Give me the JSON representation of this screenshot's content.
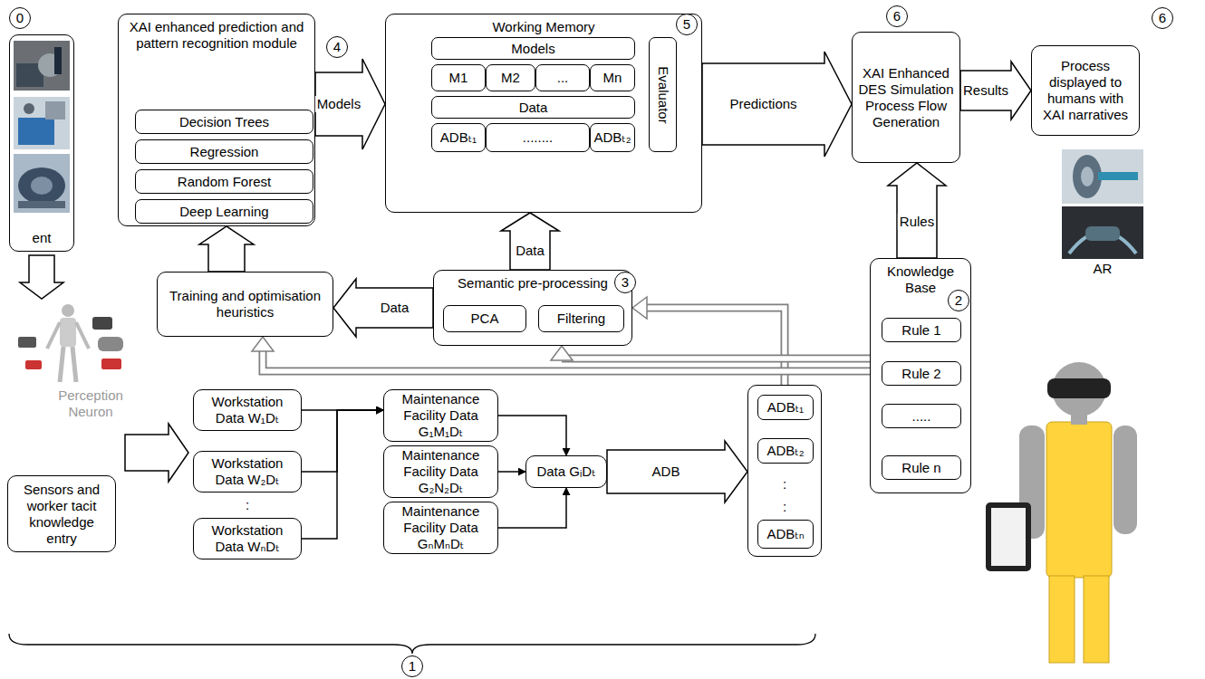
{
  "diagram": {
    "nodes": [
      {
        "text": [
          "ent"
        ]
      },
      {
        "text": [
          "XAI enhanced prediction and pattern recognition module"
        ]
      },
      {
        "text": [
          "Decision Trees"
        ],
        "in": 1
      },
      {
        "text": [
          "Regression"
        ],
        "in": 1
      },
      {
        "text": [
          "Random Forest"
        ],
        "in": 1
      },
      {
        "text": [
          "Deep Learning"
        ],
        "in": 1
      },
      {
        "text": [
          "Working Memory"
        ]
      },
      {
        "text": [
          "Models"
        ],
        "in": 6
      },
      {
        "text": [
          "M1"
        ],
        "in": 6
      },
      {
        "text": [
          "M2"
        ],
        "in": 6
      },
      {
        "text": [
          "..."
        ],
        "in": 6
      },
      {
        "text": [
          "Mn"
        ],
        "in": 6
      },
      {
        "text": [
          "Data"
        ],
        "in": 6
      },
      {
        "text": [
          "ADBₜ₁"
        ],
        "in": 6
      },
      {
        "text": [
          "........"
        ],
        "in": 6
      },
      {
        "text": [
          "ADBₜ₂"
        ],
        "in": 6
      },
      {
        "text": [
          "Evaluator"
        ],
        "in": 6
      },
      {
        "text": [
          "XAI Enhanced DES Simulation Process Flow Generation"
        ]
      },
      {
        "text": [
          "Process displayed to humans with XAI narratives"
        ]
      },
      {
        "text": [
          "Training and optimisation heuristics"
        ]
      },
      {
        "text": [
          "Semantic pre-processing"
        ]
      },
      {
        "text": [
          "PCA"
        ],
        "in": 20
      },
      {
        "text": [
          "Filtering"
        ],
        "in": 20
      },
      {
        "text": [
          "Knowledge Base"
        ]
      },
      {
        "text": [
          "Rule 1"
        ],
        "in": 23
      },
      {
        "text": [
          "Rule 2"
        ],
        "in": 23
      },
      {
        "text": [
          "....."
        ],
        "in": 23
      },
      {
        "text": [
          "Rule n"
        ],
        "in": 23
      },
      {
        "text": [
          "Sensors and worker tacit knowledge entry"
        ]
      },
      {
        "text": [
          "Workstation Data W₁Dₜ"
        ]
      },
      {
        "text": [
          "Workstation Data W₂Dₜ"
        ]
      },
      {
        "text": [
          "Workstation Data WₙDₜ"
        ]
      },
      {
        "text": [
          "Maintenance Facility Data G₁M₁Dₜ"
        ]
      },
      {
        "text": [
          "Maintenance Facility Data G₂N₂Dₜ"
        ]
      },
      {
        "text": [
          "Maintenance Facility Data GₙMₙDₜ"
        ]
      },
      {
        "text": [
          "Data GᵢDₜ"
        ]
      },
      {
        "text": [
          ":",
          ":"
        ]
      },
      {
        "text": [
          "ADBₜ₁"
        ],
        "in": 36
      },
      {
        "text": [
          "ADBₜ₂"
        ],
        "in": 36
      },
      {
        "text": [
          "ADBₜₙ"
        ],
        "in": 36
      }
    ],
    "edges": [
      {
        "from": 19,
        "to": 1,
        "arrow": "to"
      },
      {
        "from": 1,
        "to": 6,
        "label": "Models",
        "arrow": "to"
      },
      {
        "from": 20,
        "to": 6,
        "label": "Data",
        "arrow": "to"
      },
      {
        "from": 20,
        "to": 19,
        "label": "Data",
        "arrow": "to"
      },
      {
        "from": 6,
        "to": 17,
        "label": "Predictions",
        "arrow": "to"
      },
      {
        "from": 17,
        "to": 18,
        "label": "Results",
        "arrow": "to"
      },
      {
        "from": 23,
        "to": 17,
        "label": "Rules",
        "arrow": "to"
      },
      {
        "from": 7,
        "to": 16,
        "arrow": "to"
      },
      {
        "from": 12,
        "to": 16,
        "arrow": "to"
      },
      {
        "from": 36,
        "to": 20,
        "arrow": "to"
      },
      {
        "from": 23,
        "to": 20,
        "arrow": "to"
      },
      {
        "from": 23,
        "to": 19,
        "arrow": "to"
      },
      {
        "from": 29,
        "to": 32,
        "arrow": "to"
      },
      {
        "from": 30,
        "to": 32,
        "arrow": "to"
      },
      {
        "from": 31,
        "to": 32,
        "arrow": "to"
      },
      {
        "from": 32,
        "to": 35,
        "arrow": "to"
      },
      {
        "from": 33,
        "to": 35,
        "arrow": "to"
      },
      {
        "from": 34,
        "to": 35,
        "arrow": "to"
      },
      {
        "from": 35,
        "to": 36,
        "label": "ADB",
        "arrow": "to"
      }
    ],
    "labels": [
      "0",
      "4",
      "5",
      "6",
      "6",
      "AR",
      "3",
      "2",
      "Perception Neuron",
      ":",
      "1"
    ]
  }
}
